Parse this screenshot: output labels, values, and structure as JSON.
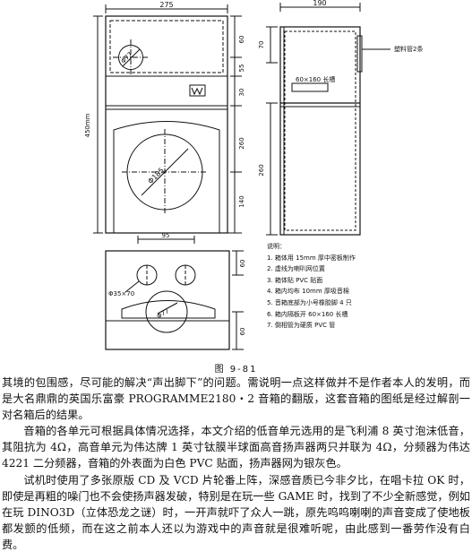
{
  "front_view": {
    "width_dim": "275",
    "height_dim": "450mm",
    "dims_right": [
      "60",
      "55",
      "30"
    ],
    "small_cutout": "Φ77",
    "large_cutout": "Φ185",
    "large_dims": [
      "260",
      "140"
    ]
  },
  "side_view": {
    "depth_dim": "190",
    "top_dim": "70",
    "tube_label": "塑料管2条",
    "opening_label": "60×160 长槽"
  },
  "back_view": {
    "width_dim": "95",
    "right_dim": "60",
    "bottom_dim": "60",
    "port_label": "Φ35×70",
    "woofer_label": "Φ77"
  },
  "notes": {
    "title": "说明：",
    "items": [
      "1. 箱体用 15mm 厚中密板制作",
      "2. 虚线为喇叭网位置",
      "3. 箱体贴 PVC 贴面",
      "4. 箱内均布 10mm 厚吸音棉",
      "5. 音箱底部为小号橡胶脚 4 只",
      "6. 箱内隔板开 60×160 长槽",
      "7. 倒相管为硬质 PVC 管"
    ]
  },
  "figure_caption": "图 9-81",
  "paragraphs": [
    "其境的包围感，尽可能的解决“声出脚下”的问题。需说明一点这样做并不是作者本人的发明，而是大名鼎鼎的英国乐富豪 PROGRAMME2180・2 音箱的翻版，这套音箱的图纸是经过解剖一对名箱后的结果。",
    "音箱的各单元可根据具体情况选择，本文介绍的低音单元选用的是飞利浦 8 英寸泡沫低音，其阻抗为 4Ω，高音单元为伟达牌 1 英寸钛膜半球面高音扬声器两只并联为 4Ω，分频器为伟达 4221 二分频器，音箱的外表面为白色 PVC 贴面，扬声器网为银灰色。",
    "试机时使用了多张原版 CD 及 VCD 片轮番上阵，深感音质已今非夕比，在唱卡拉 OK 时，即使是再粗的噪门也不会使扬声器发破，特别是在玩一些 GAME 时，找到了不少全新感觉，例如在玩 DINO3D（立体恐龙之谜）时，一开声就吓了众人一跳，原先呜呜喇喇的声音变成了使地板都发颤的低频，而在这之前本人还以为游戏中的声音就是很难听呢，由此感到一番劳作没有白费。"
  ]
}
